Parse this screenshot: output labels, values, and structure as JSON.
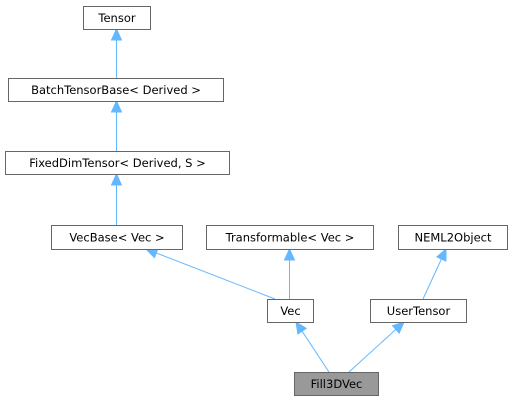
{
  "diagram": {
    "nodes": [
      {
        "id": "tensor",
        "label": "Tensor",
        "highlight": false
      },
      {
        "id": "batch",
        "label": "BatchTensorBase< Derived >",
        "highlight": false
      },
      {
        "id": "fixed",
        "label": "FixedDimTensor< Derived, S >",
        "highlight": false
      },
      {
        "id": "vecbase",
        "label": "VecBase< Vec >",
        "highlight": false
      },
      {
        "id": "transformable",
        "label": "Transformable< Vec >",
        "highlight": false
      },
      {
        "id": "neml2object",
        "label": "NEML2Object",
        "highlight": false
      },
      {
        "id": "vec",
        "label": "Vec",
        "highlight": false
      },
      {
        "id": "usertensor",
        "label": "UserTensor",
        "highlight": false
      },
      {
        "id": "fill3dvec",
        "label": "Fill3DVec",
        "highlight": true
      }
    ],
    "edges": [
      {
        "from": "batch",
        "to": "tensor"
      },
      {
        "from": "fixed",
        "to": "batch"
      },
      {
        "from": "vecbase",
        "to": "fixed"
      },
      {
        "from": "vec",
        "to": "vecbase"
      },
      {
        "from": "vec",
        "to": "transformable"
      },
      {
        "from": "usertensor",
        "to": "neml2object"
      },
      {
        "from": "fill3dvec",
        "to": "vec"
      },
      {
        "from": "fill3dvec",
        "to": "usertensor"
      }
    ],
    "colors": {
      "edge": "#63b8ff",
      "node_border": "#666666",
      "node_fill": "#ffffff",
      "highlight_fill": "#999999"
    }
  }
}
